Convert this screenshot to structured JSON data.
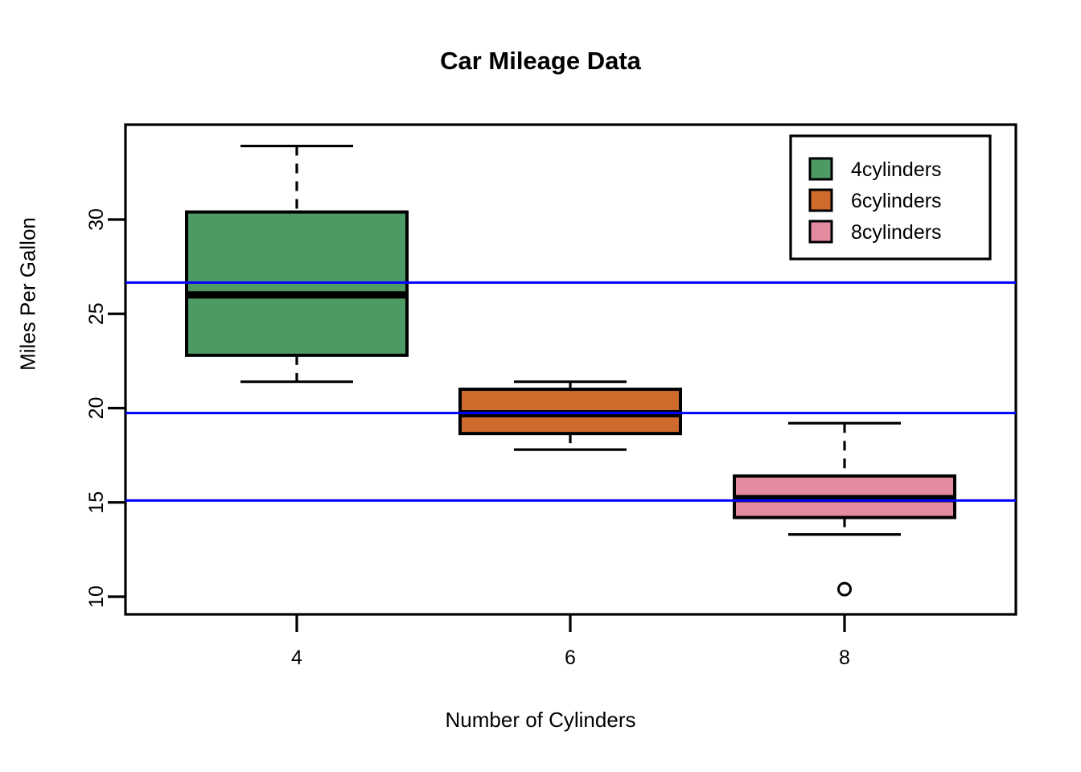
{
  "chart_data": {
    "type": "box",
    "title": "Car Mileage Data",
    "xlabel": "Number of Cylinders",
    "ylabel": "Miles Per Gallon",
    "xtick_labels": [
      "4",
      "6",
      "8"
    ],
    "ytick_labels": [
      "10",
      "15",
      "20",
      "25",
      "30"
    ],
    "ytick_values": [
      10,
      15,
      20,
      25,
      30
    ],
    "ylim": [
      8.9,
      35.9
    ],
    "grid": false,
    "legend_position": "top-right",
    "legend_entries": [
      {
        "label": "4cylinders",
        "color": "#4E9A65"
      },
      {
        "label": "6cylinders",
        "color": "#CE6A2B"
      },
      {
        "label": "8cylinders",
        "color": "#E58BA0"
      }
    ],
    "mean_line_color": "#0000FF",
    "box_border_color": "#000000",
    "boxes": [
      {
        "category": "4",
        "label": "4cylinders",
        "color": "#4E9A65",
        "whisker_low": 21.4,
        "q1": 22.8,
        "median": 26.0,
        "q3": 30.4,
        "whisker_high": 33.9,
        "mean": 26.66,
        "outliers": []
      },
      {
        "category": "6",
        "label": "6cylinders",
        "color": "#CE6A2B",
        "whisker_low": 17.8,
        "q1": 18.65,
        "median": 19.7,
        "q3": 21.0,
        "whisker_high": 21.4,
        "mean": 19.74,
        "outliers": []
      },
      {
        "category": "8",
        "label": "8cylinders",
        "color": "#E58BA0",
        "whisker_low": 13.3,
        "q1": 14.2,
        "median": 15.2,
        "q3": 16.4,
        "whisker_high": 19.2,
        "mean": 15.1,
        "outliers": [
          10.4
        ]
      }
    ]
  }
}
